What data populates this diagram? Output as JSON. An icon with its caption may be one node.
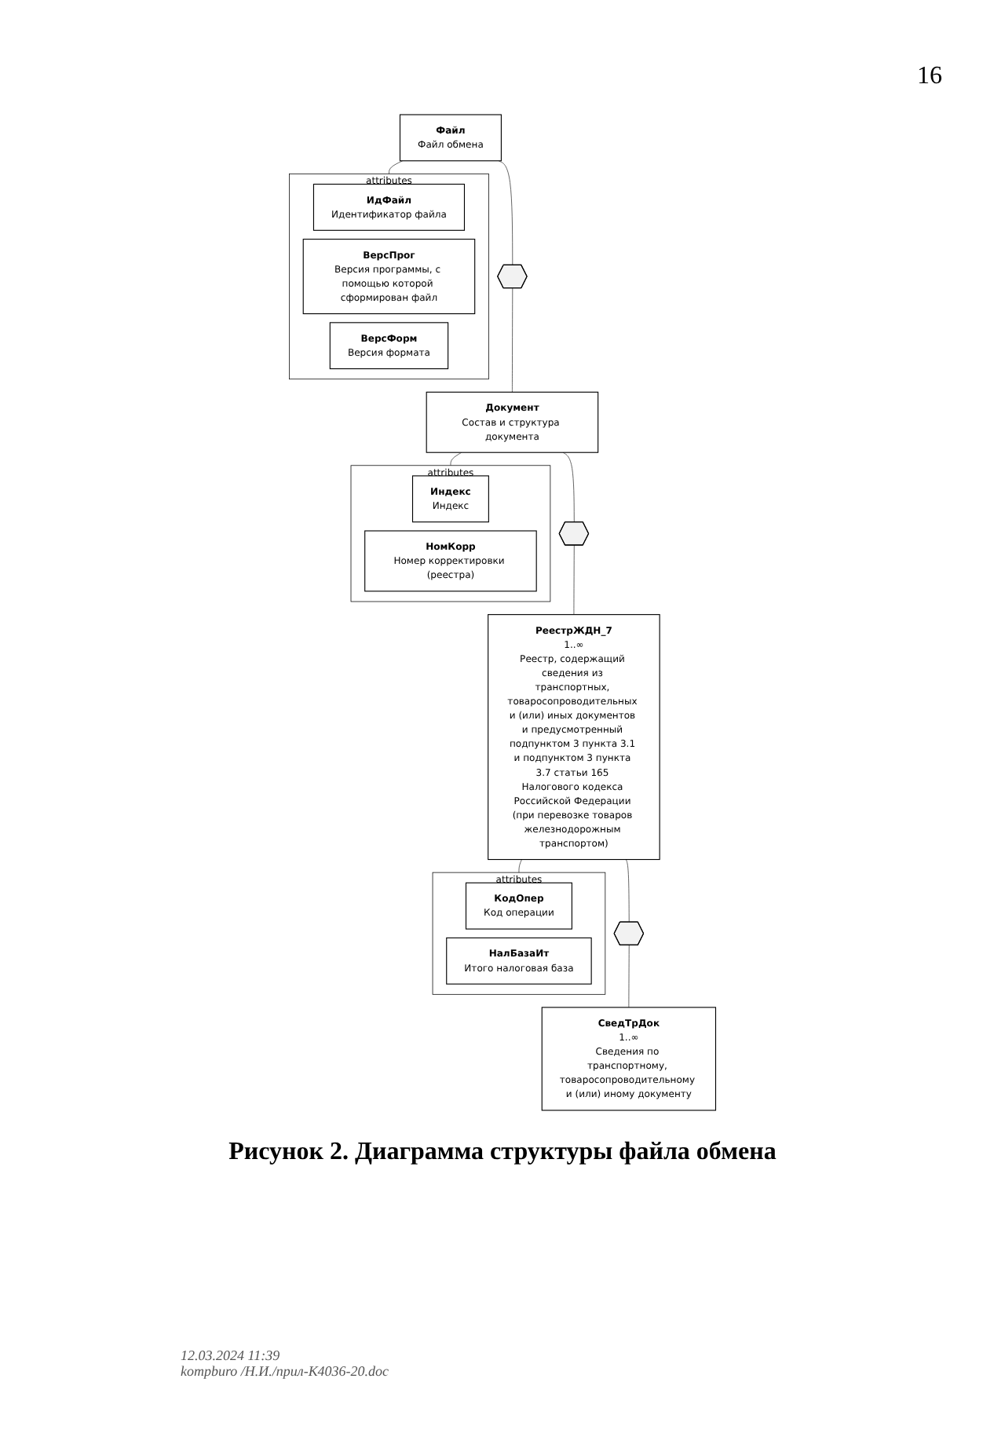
{
  "diagram": {
    "caption": "Рисунок 2. Диаграмма структуры файла обмена",
    "nodes": [
      {
        "text": [
          "attributes"
        ]
      },
      {
        "text": [
          "ИдФайл",
          "Идентификатор файла"
        ],
        "in": 0
      },
      {
        "text": [
          "ВерсПрог",
          "Версия программы, с помощью которой сформирован файл"
        ],
        "in": 0
      },
      {
        "text": [
          "ВерсФорм",
          "Версия формата"
        ],
        "in": 0
      },
      {
        "text": [
          "Файл",
          "Файл обмена"
        ]
      },
      {
        "text": [],
        "shape": "hexagon"
      },
      {
        "text": [
          "Документ",
          "Состав и структура документа"
        ]
      },
      {
        "text": [
          "attributes"
        ]
      },
      {
        "text": [
          "Индекс",
          "Индекс"
        ],
        "in": 7
      },
      {
        "text": [
          "НомКорр",
          "Номер корректировки (реестра)"
        ],
        "in": 7
      },
      {
        "text": [],
        "shape": "hexagon"
      },
      {
        "text": [
          "РеестрЖДН_7",
          "1..∞",
          "Реестр, содержащий сведения из транспортных, товаросопроводительных и (или) иных документов и предусмотренный подпунктом 3 пункта 3.1 и подпунктом 3 пункта 3.7 статьи 165 Налогового кодекса Российской Федерации (при перевозке товаров железнодорожным транспортом)"
        ]
      },
      {
        "text": [
          "attributes"
        ]
      },
      {
        "text": [
          "КодОпер",
          "Код операции"
        ],
        "in": 12
      },
      {
        "text": [
          "НалБазаИт",
          "Итого налоговая база"
        ],
        "in": 12
      },
      {
        "text": [],
        "shape": "hexagon"
      },
      {
        "text": [
          "СведТрДок",
          "1..∞",
          "Сведения по транспортному, товаросопроводительному и (или) иному документу"
        ]
      }
    ],
    "edges": [
      {
        "from": 4,
        "to": 0,
        "arrow": "none"
      },
      {
        "from": 4,
        "to": 5,
        "arrow": "none"
      },
      {
        "from": 5,
        "to": 6,
        "arrow": "none"
      },
      {
        "from": 6,
        "to": 7,
        "arrow": "none"
      },
      {
        "from": 6,
        "to": 10,
        "arrow": "none"
      },
      {
        "from": 10,
        "to": 11,
        "arrow": "none"
      },
      {
        "from": 11,
        "to": 12,
        "arrow": "none"
      },
      {
        "from": 11,
        "to": 15,
        "arrow": "none"
      },
      {
        "from": 15,
        "to": 16,
        "arrow": "none"
      }
    ],
    "labels": [
      "16",
      "12.03.2024 11:39",
      "kompburo /Н.И./прил-К4036-20.doc"
    ]
  }
}
